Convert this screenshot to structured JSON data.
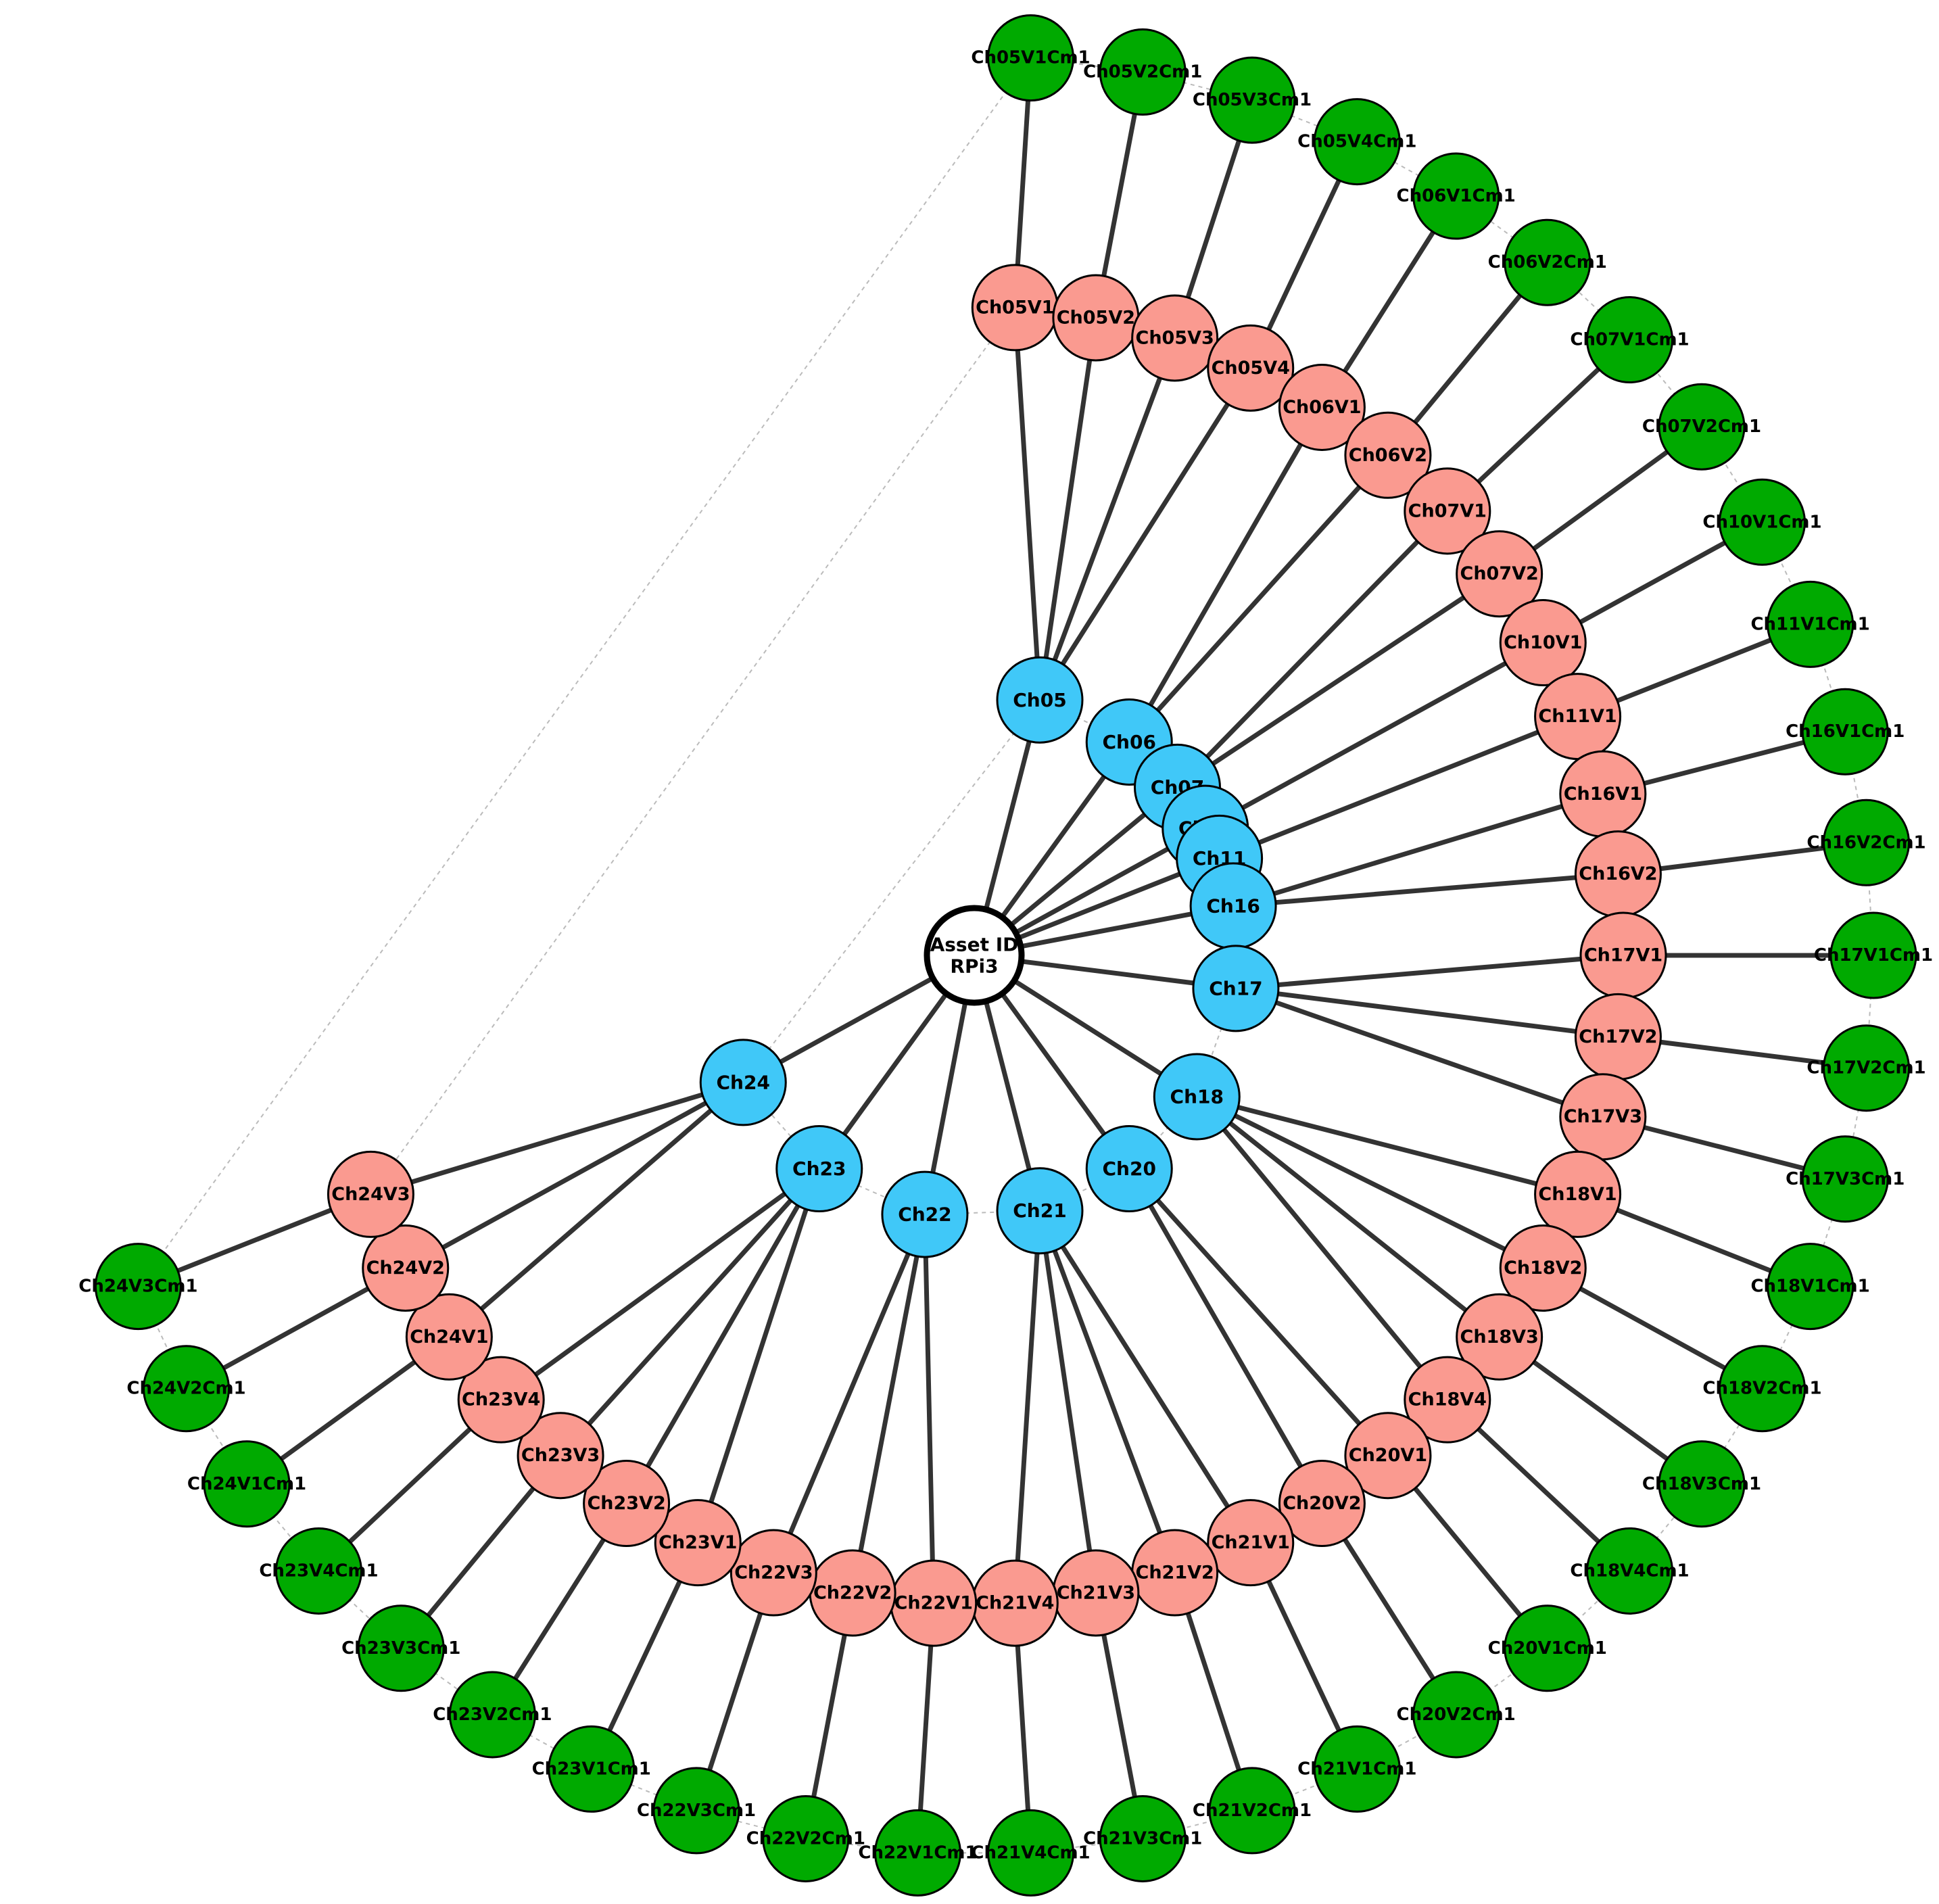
{
  "root": {
    "label": [
      "Asset ID",
      "RPi3"
    ]
  },
  "colors": {
    "channel": "#40c8f8",
    "variable": "#fa9a90",
    "component": "#00aa00",
    "edge": "#333333",
    "root_fill": "#ffffff"
  },
  "channels": [
    {
      "id": "Ch05",
      "variables": [
        {
          "id": "Ch05V1",
          "component": "Ch05V1Cm1"
        },
        {
          "id": "Ch05V2",
          "component": "Ch05V2Cm1"
        },
        {
          "id": "Ch05V3",
          "component": "Ch05V3Cm1"
        },
        {
          "id": "Ch05V4",
          "component": "Ch05V4Cm1"
        }
      ]
    },
    {
      "id": "Ch06",
      "variables": [
        {
          "id": "Ch06V1",
          "component": "Ch06V1Cm1"
        },
        {
          "id": "Ch06V2",
          "component": "Ch06V2Cm1"
        }
      ]
    },
    {
      "id": "Ch07",
      "variables": [
        {
          "id": "Ch07V1",
          "component": "Ch07V1Cm1"
        },
        {
          "id": "Ch07V2",
          "component": "Ch07V2Cm1"
        }
      ]
    },
    {
      "id": "Ch10",
      "variables": [
        {
          "id": "Ch10V1",
          "component": "Ch10V1Cm1"
        }
      ]
    },
    {
      "id": "Ch11",
      "variables": [
        {
          "id": "Ch11V1",
          "component": "Ch11V1Cm1"
        }
      ]
    },
    {
      "id": "Ch16",
      "variables": [
        {
          "id": "Ch16V1",
          "component": "Ch16V1Cm1"
        },
        {
          "id": "Ch16V2",
          "component": "Ch16V2Cm1"
        }
      ]
    },
    {
      "id": "Ch17",
      "variables": [
        {
          "id": "Ch17V1",
          "component": "Ch17V1Cm1"
        },
        {
          "id": "Ch17V2",
          "component": "Ch17V2Cm1"
        },
        {
          "id": "Ch17V3",
          "component": "Ch17V3Cm1"
        }
      ]
    },
    {
      "id": "Ch18",
      "variables": [
        {
          "id": "Ch18V1",
          "component": "Ch18V1Cm1"
        },
        {
          "id": "Ch18V2",
          "component": "Ch18V2Cm1"
        },
        {
          "id": "Ch18V3",
          "component": "Ch18V3Cm1"
        },
        {
          "id": "Ch18V4",
          "component": "Ch18V4Cm1"
        }
      ]
    },
    {
      "id": "Ch20",
      "variables": [
        {
          "id": "Ch20V1",
          "component": "Ch20V1Cm1"
        },
        {
          "id": "Ch20V2",
          "component": "Ch20V2Cm1"
        }
      ]
    },
    {
      "id": "Ch21",
      "variables": [
        {
          "id": "Ch21V1",
          "component": "Ch21V1Cm1"
        },
        {
          "id": "Ch21V2",
          "component": "Ch21V2Cm1"
        },
        {
          "id": "Ch21V3",
          "component": "Ch21V3Cm1"
        },
        {
          "id": "Ch21V4",
          "component": "Ch21V4Cm1"
        }
      ]
    },
    {
      "id": "Ch22",
      "variables": [
        {
          "id": "Ch22V1",
          "component": "Ch22V1Cm1"
        },
        {
          "id": "Ch22V2",
          "component": "Ch22V2Cm1"
        },
        {
          "id": "Ch22V3",
          "component": "Ch22V3Cm1"
        }
      ]
    },
    {
      "id": "Ch23",
      "variables": [
        {
          "id": "Ch23V1",
          "component": "Ch23V1Cm1"
        },
        {
          "id": "Ch23V2",
          "component": "Ch23V2Cm1"
        },
        {
          "id": "Ch23V3",
          "component": "Ch23V3Cm1"
        },
        {
          "id": "Ch23V4",
          "component": "Ch23V4Cm1"
        }
      ]
    },
    {
      "id": "Ch24",
      "variables": [
        {
          "id": "Ch24V1",
          "component": "Ch24V1Cm1"
        },
        {
          "id": "Ch24V2",
          "component": "Ch24V2Cm1"
        },
        {
          "id": "Ch24V3",
          "component": "Ch24V3Cm1"
        }
      ]
    }
  ]
}
